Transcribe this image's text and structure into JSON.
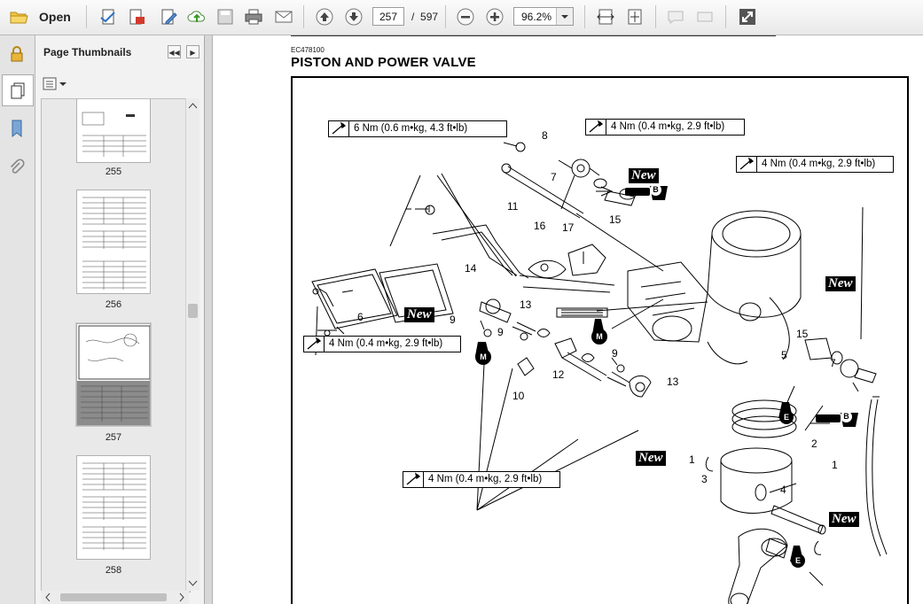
{
  "toolbar": {
    "open_label": "Open",
    "current_page": "257",
    "page_separator": "/",
    "total_pages": "597",
    "zoom_value": "96.2%"
  },
  "thumbnails_panel": {
    "title": "Page Thumbnails",
    "thumbnails": [
      {
        "label": "255"
      },
      {
        "label": "256"
      },
      {
        "label": "257",
        "selected": true
      },
      {
        "label": "258"
      }
    ]
  },
  "document": {
    "section_code": "EC478100",
    "heading": "PISTON AND POWER VALVE",
    "torques": [
      "6 Nm (0.6 m•kg, 4.3 ft•lb)",
      "4 Nm (0.4 m•kg, 2.9 ft•lb)",
      "4 Nm (0.4 m•kg, 2.9 ft•lb)",
      "4 Nm (0.4 m•kg, 2.9 ft•lb)",
      "4 Nm (0.4 m•kg, 2.9 ft•lb)"
    ],
    "new_tag": "New",
    "lube_tags": [
      "B",
      "M",
      "E"
    ],
    "part_numbers": [
      "1",
      "2",
      "3",
      "4",
      "5",
      "6",
      "7",
      "8",
      "9",
      "10",
      "11",
      "12",
      "13",
      "14",
      "15",
      "16",
      "17"
    ]
  },
  "colors": {
    "toolbar_bg": "#f3f3f3",
    "panel_bg": "#f2f2f2",
    "selected_thumb": "#c9c9c9",
    "doc_bg": "#a8a8a8"
  }
}
